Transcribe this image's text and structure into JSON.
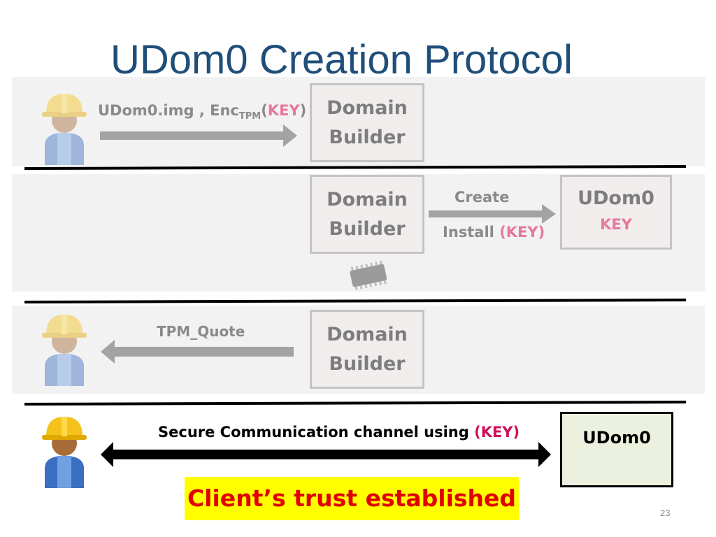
{
  "slide": {
    "title": "UDom0 Creation Protocol",
    "page_number": "23"
  },
  "step1": {
    "label_pre": "UDom0.img , Enc",
    "label_sub": "TPM",
    "label_paren_open": "(",
    "label_key": "KEY",
    "label_paren_close": ")",
    "box_line1": "Domain",
    "box_line2": "Builder"
  },
  "step2": {
    "box_line1": "Domain",
    "box_line2": "Builder",
    "create_label": "Create",
    "install_label": "Install",
    "install_key": "(KEY)",
    "target_title": "UDom0",
    "target_key": "KEY"
  },
  "step3": {
    "label": "TPM_Quote",
    "box_line1": "Domain",
    "box_line2": "Builder"
  },
  "step4": {
    "label_pre": "Secure Communication channel using",
    "label_key": "(KEY)",
    "target_title": "UDom0",
    "trust_label": "Client’s trust established"
  },
  "colors": {
    "title": "#1f4e79",
    "key_faded": "#e7789c",
    "key_strong": "#d0105a",
    "trust_bg": "#ffff00",
    "trust_text": "#e00000",
    "udom_bg": "#ebf1de"
  }
}
